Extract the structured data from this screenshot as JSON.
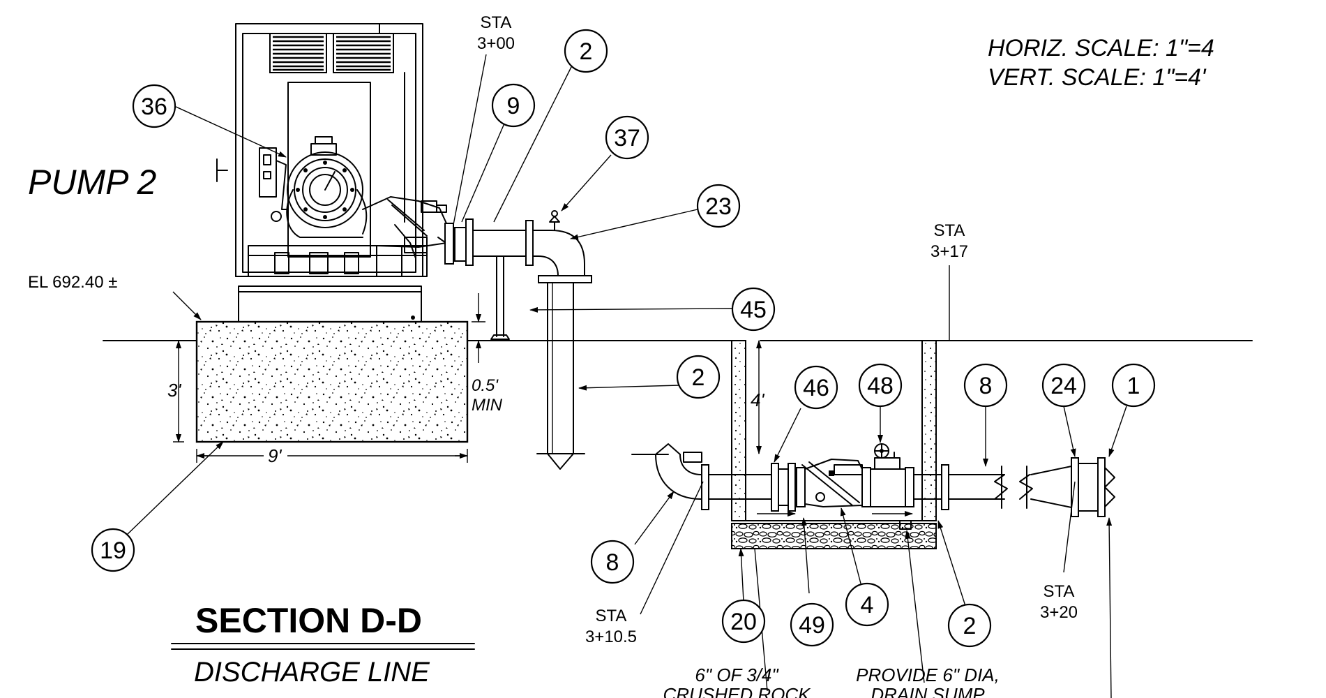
{
  "scale": {
    "horiz": "HORIZ.  SCALE:     1\"=4",
    "vert": "VERT.  SCALE:     1\"=4'"
  },
  "pump_label": "PUMP  2",
  "elevation_label": "EL  692.40 ±",
  "stations": {
    "sta_300": [
      "STA",
      "3+00"
    ],
    "sta_317": [
      "STA",
      "3+17"
    ],
    "sta_3105": [
      "STA",
      "3+10.5"
    ],
    "sta_320": [
      "STA",
      "3+20"
    ]
  },
  "dimensions": {
    "pad_depth": "3'",
    "pad_width": "9'",
    "clearance": [
      "0.5'",
      "MIN"
    ],
    "pit_depth": "4'"
  },
  "callouts": [
    "36",
    "2",
    "9",
    "37",
    "23",
    "45",
    "2",
    "46",
    "48",
    "8",
    "24",
    "1",
    "19",
    "8",
    "20",
    "49",
    "4",
    "2"
  ],
  "title": "SECTION D-D",
  "subtitle": "DISCHARGE LINE",
  "notes": {
    "rock": [
      "6\"  OF  3/4\"",
      "CRUSHED  ROCK"
    ],
    "sump": [
      "PROVIDE  6\"  DIA,",
      "DRAIN  SUMP"
    ]
  }
}
